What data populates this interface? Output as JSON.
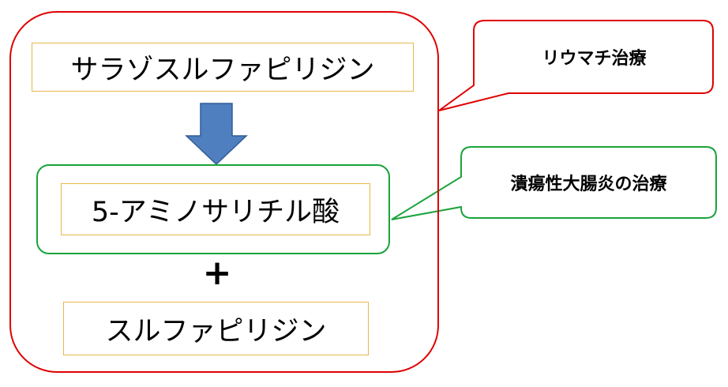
{
  "diagram": {
    "drug_name": "サラゾスルファピリジン",
    "metabolite_1": "5-アミノサリチル酸",
    "operator": "+",
    "metabolite_2": "スルファピリジン"
  },
  "callouts": {
    "rheumatism": "リウマチ治療",
    "colitis": "潰瘍性大腸炎の治療"
  },
  "colors": {
    "outer_border": "#e00000",
    "green_border": "#1aa33a",
    "label_border": "#e6b84a",
    "arrow_fill": "#4f7fbf",
    "arrow_stroke": "#2f5d95"
  }
}
